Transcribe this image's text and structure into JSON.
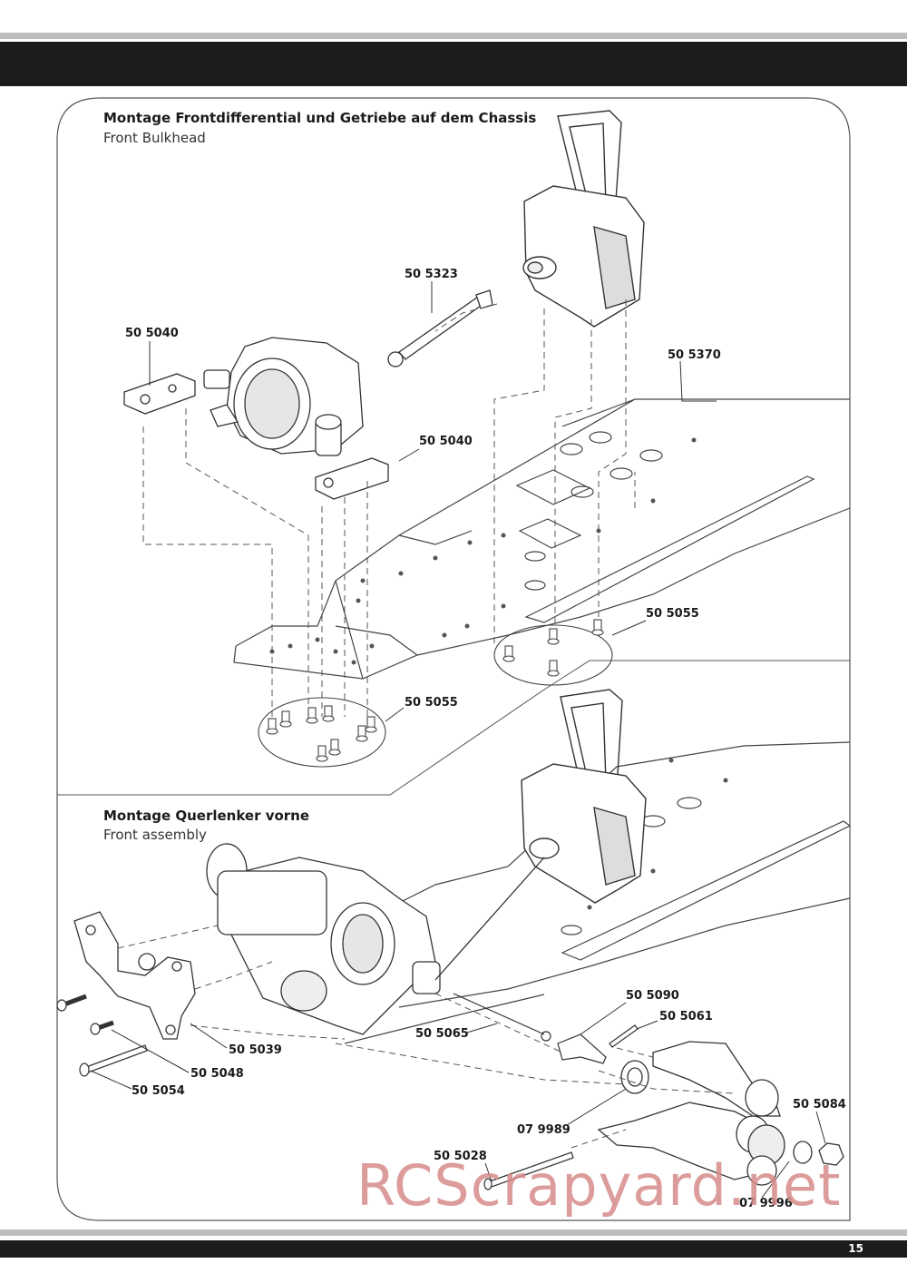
{
  "page_number": "15",
  "section1": {
    "title": "Montage Frontdifferential und Getriebe auf dem Chassis",
    "subtitle": "Front Bulkhead",
    "labels": [
      "50 5323",
      "50 5040",
      "50 5370",
      "50 5040",
      "50 5055",
      "50 5055"
    ]
  },
  "section2": {
    "title": "Montage Querlenker vorne",
    "subtitle": "Front assembly",
    "labels": [
      "50 5090",
      "50 5061",
      "50 5065",
      "50 5039",
      "50 5048",
      "50 5054",
      "07 9989",
      "50 5084",
      "50 5028",
      "07 9996"
    ]
  },
  "watermark": "RCScrapyard.net"
}
